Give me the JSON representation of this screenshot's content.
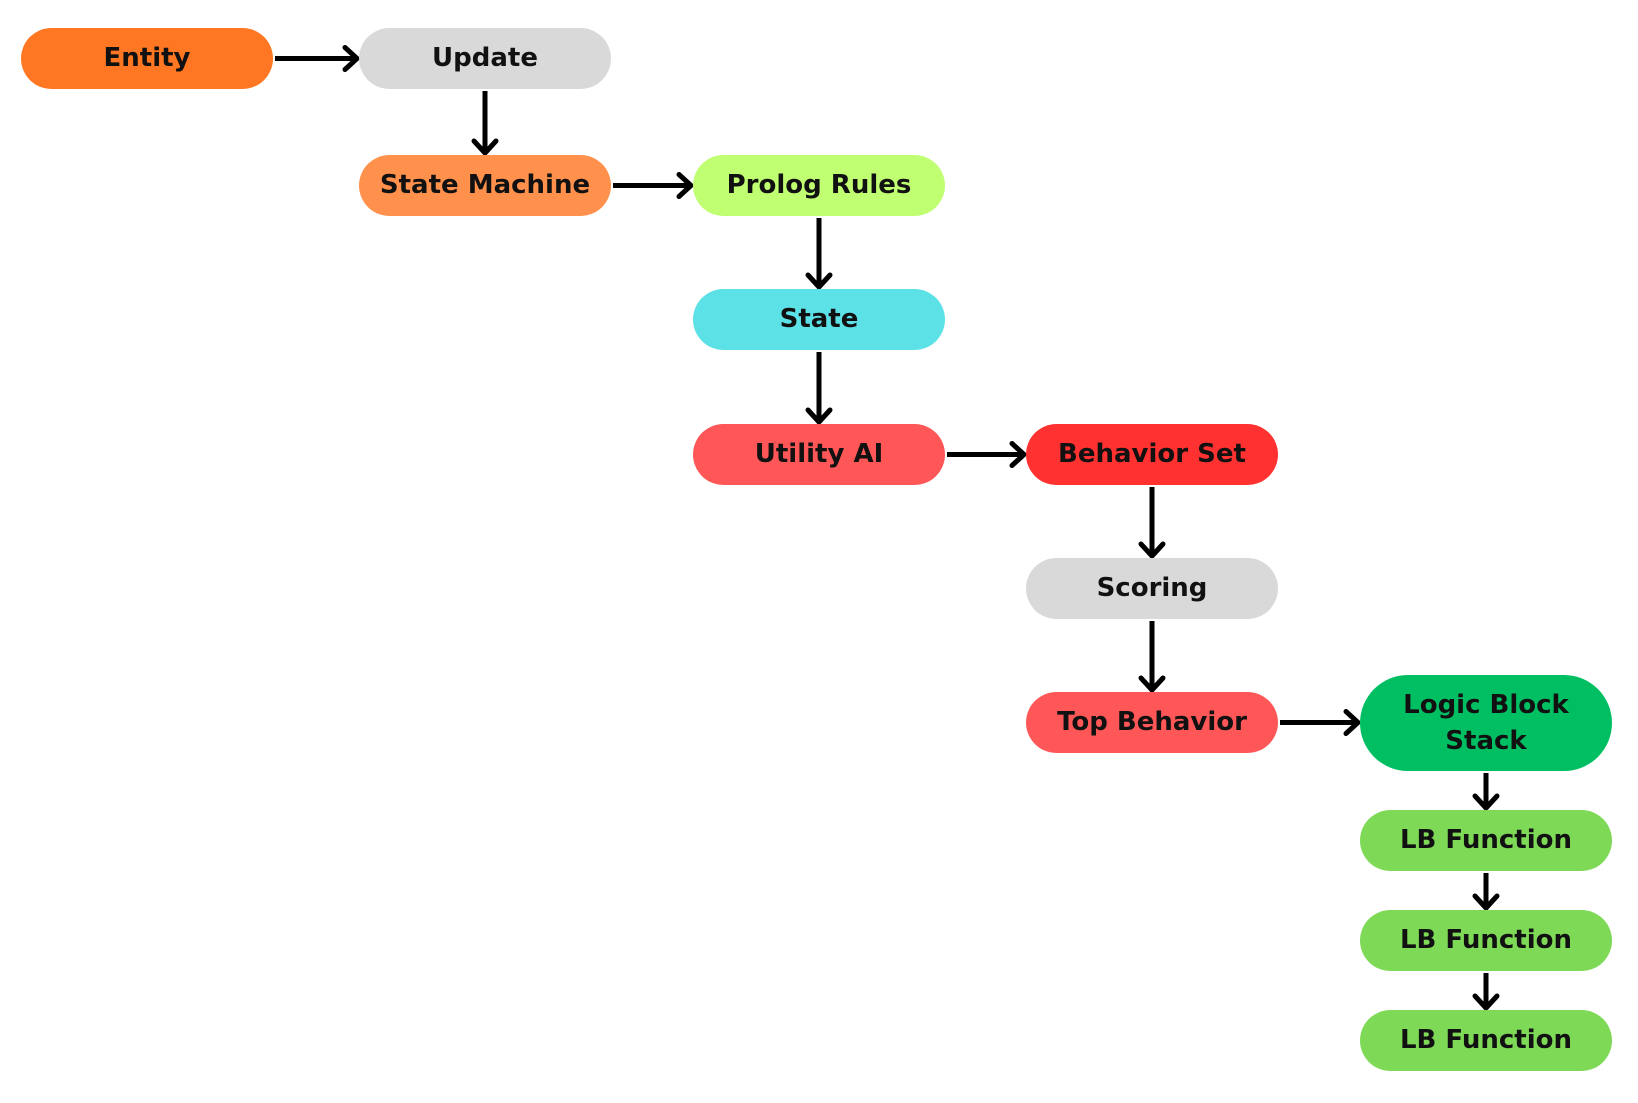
{
  "nodes": [
    {
      "id": "entity",
      "label": "Entity",
      "color": "#FF7722"
    },
    {
      "id": "update",
      "label": "Update",
      "color": "#D9D9D9"
    },
    {
      "id": "state_machine",
      "label": "State Machine",
      "color": "#FF914D"
    },
    {
      "id": "prolog_rules",
      "label": "Prolog Rules",
      "color": "#C1FF72"
    },
    {
      "id": "state",
      "label": "State",
      "color": "#5CE1E6"
    },
    {
      "id": "utility_ai",
      "label": "Utility AI",
      "color": "#FF5757"
    },
    {
      "id": "behavior_set",
      "label": "Behavior Set",
      "color": "#FF3131"
    },
    {
      "id": "scoring",
      "label": "Scoring",
      "color": "#D9D9D9"
    },
    {
      "id": "top_behavior",
      "label": "Top Behavior",
      "color": "#FF5757"
    },
    {
      "id": "logic_block_stack",
      "label": "Logic Block Stack",
      "color": "#00BF63"
    },
    {
      "id": "lb_function_1",
      "label": "LB Function",
      "color": "#7ED957"
    },
    {
      "id": "lb_function_2",
      "label": "LB Function",
      "color": "#7ED957"
    },
    {
      "id": "lb_function_3",
      "label": "LB Function",
      "color": "#7ED957"
    }
  ],
  "edges": [
    {
      "from": "entity",
      "to": "update"
    },
    {
      "from": "update",
      "to": "state_machine"
    },
    {
      "from": "state_machine",
      "to": "prolog_rules"
    },
    {
      "from": "prolog_rules",
      "to": "state"
    },
    {
      "from": "state",
      "to": "utility_ai"
    },
    {
      "from": "utility_ai",
      "to": "behavior_set"
    },
    {
      "from": "behavior_set",
      "to": "scoring"
    },
    {
      "from": "scoring",
      "to": "top_behavior"
    },
    {
      "from": "top_behavior",
      "to": "logic_block_stack"
    },
    {
      "from": "logic_block_stack",
      "to": "lb_function_1"
    },
    {
      "from": "lb_function_1",
      "to": "lb_function_2"
    },
    {
      "from": "lb_function_2",
      "to": "lb_function_3"
    }
  ]
}
